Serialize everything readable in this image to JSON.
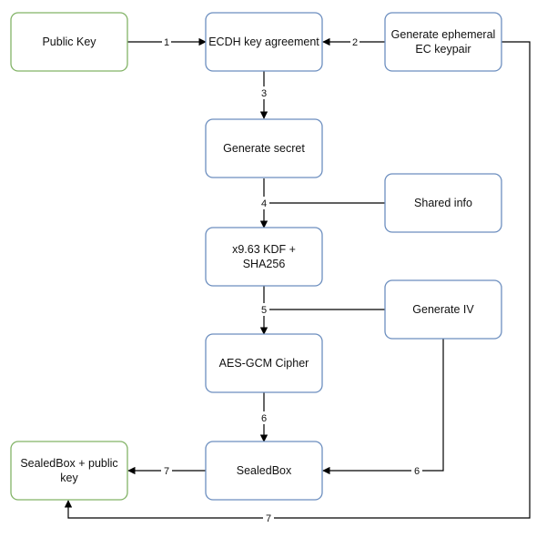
{
  "colors": {
    "green_border": "#82b366",
    "blue_border": "#6c8ebf",
    "edge": "#000000"
  },
  "nodes": {
    "public_key": {
      "lines": [
        "Public Key"
      ]
    },
    "ecdh": {
      "lines": [
        "ECDH key agreement"
      ]
    },
    "ephemeral": {
      "lines": [
        "Generate ephemeral",
        "EC keypair"
      ]
    },
    "secret": {
      "lines": [
        "Generate secret"
      ]
    },
    "shared_info": {
      "lines": [
        "Shared info"
      ]
    },
    "kdf": {
      "lines": [
        "x9.63 KDF +",
        "SHA256"
      ]
    },
    "iv": {
      "lines": [
        "Generate IV"
      ]
    },
    "aes": {
      "lines": [
        "AES-GCM Cipher"
      ]
    },
    "sealedbox_pk": {
      "lines": [
        "SealedBox + public",
        "key"
      ]
    },
    "sealedbox": {
      "lines": [
        "SealedBox"
      ]
    }
  },
  "edges": {
    "pub_to_ecdh": {
      "label": "1"
    },
    "eph_to_ecdh": {
      "label": "2"
    },
    "ecdh_to_secret": {
      "label": "3"
    },
    "secret_to_kdf": {
      "label": "4"
    },
    "kdf_to_aes": {
      "label": "5"
    },
    "aes_to_sealed": {
      "label": "6"
    },
    "iv_to_sealed": {
      "label": "6"
    },
    "sealed_to_out": {
      "label": "7"
    },
    "eph_to_out": {
      "label": "7"
    }
  }
}
